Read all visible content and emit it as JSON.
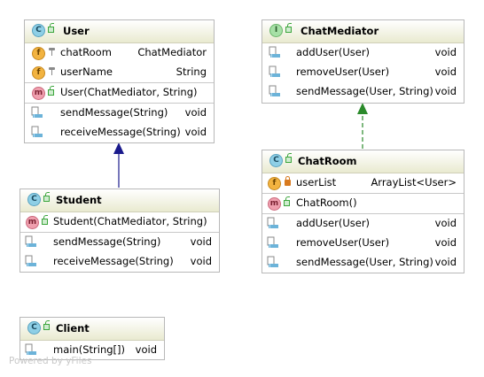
{
  "classes": {
    "user": {
      "name": "User",
      "fields": [
        {
          "name": "chatRoom",
          "type": "ChatMediator"
        },
        {
          "name": "userName",
          "type": "String"
        }
      ],
      "constructor": "User(ChatMediator, String)",
      "methods": [
        {
          "name": "sendMessage(String)",
          "type": "void"
        },
        {
          "name": "receiveMessage(String)",
          "type": "void"
        }
      ]
    },
    "chatMediator": {
      "name": "ChatMediator",
      "methods": [
        {
          "name": "addUser(User)",
          "type": "void"
        },
        {
          "name": "removeUser(User)",
          "type": "void"
        },
        {
          "name": "sendMessage(User, String)",
          "type": "void"
        }
      ]
    },
    "student": {
      "name": "Student",
      "constructor": "Student(ChatMediator, String)",
      "methods": [
        {
          "name": "sendMessage(String)",
          "type": "void"
        },
        {
          "name": "receiveMessage(String)",
          "type": "void"
        }
      ]
    },
    "chatRoom": {
      "name": "ChatRoom",
      "fields": [
        {
          "name": "userList",
          "type": "ArrayList<User>"
        }
      ],
      "constructor": "ChatRoom()",
      "methods": [
        {
          "name": "addUser(User)",
          "type": "void"
        },
        {
          "name": "removeUser(User)",
          "type": "void"
        },
        {
          "name": "sendMessage(User, String)",
          "type": "void"
        }
      ]
    },
    "client": {
      "name": "Client",
      "methods": [
        {
          "name": "main(String[])",
          "type": "void"
        }
      ]
    }
  },
  "icons": {
    "class_letter": "C",
    "interface_letter": "I",
    "field_letter": "f",
    "method_letter": "m"
  },
  "colors": {
    "inheritance_arrow": "#1a1a8c",
    "realization_arrow": "#2a8a2a"
  },
  "watermark": "Powered by yFiles"
}
